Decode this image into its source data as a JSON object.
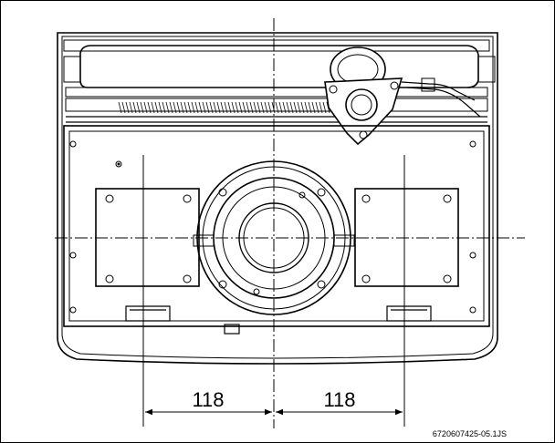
{
  "drawing": {
    "dimension_left": "118",
    "dimension_right": "118",
    "reference_code": "6720607425-05.1JS"
  }
}
